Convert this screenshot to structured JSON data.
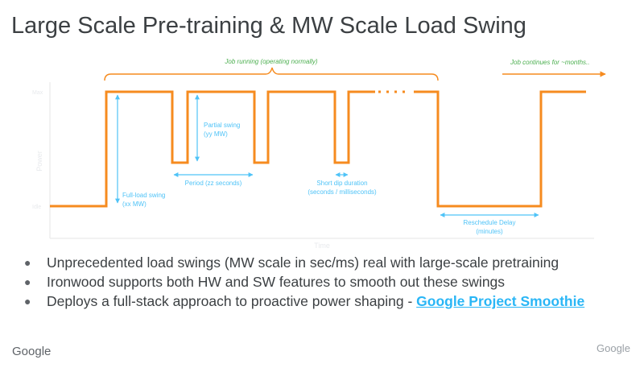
{
  "slide": {
    "title": "Large Scale Pre-training & MW Scale Load Swing",
    "diagram": {
      "y_axis_label": "Power",
      "x_axis_label": "Time",
      "y_high_label": "Max",
      "y_low_label": "Idle",
      "job_running_label": "Job running (operating normally)",
      "job_continues_label": "Job continues for ~months..",
      "full_load_label_1": "Full-load swing",
      "full_load_label_2": "(xx MW)",
      "partial_swing_label_1": "Partial swing",
      "partial_swing_label_2": "(yy MW)",
      "period_label": "Period (zz seconds)",
      "short_dip_label_1": "Short dip duration",
      "short_dip_label_2": "(seconds / milliseconds)",
      "reschedule_label_1": "Reschedule Delay",
      "reschedule_label_2": "(minutes)",
      "colors": {
        "power_line": "#f68b1f",
        "annotation": "#4fc3f7",
        "bracket": "#f68b1f",
        "caption_green": "#4caf50",
        "axis": "#f1f3f4"
      }
    },
    "bullets": [
      {
        "text": "Unprecedented load swings (MW scale in sec/ms) real with large-scale pretraining"
      },
      {
        "text": "Ironwood supports both HW and SW features to smooth out these swings"
      },
      {
        "text": "Deploys a full-stack approach to proactive power shaping - ",
        "link": "Google Project Smoothie"
      }
    ],
    "footer": {
      "logo_left": "Google",
      "logo_right": "Google"
    }
  }
}
